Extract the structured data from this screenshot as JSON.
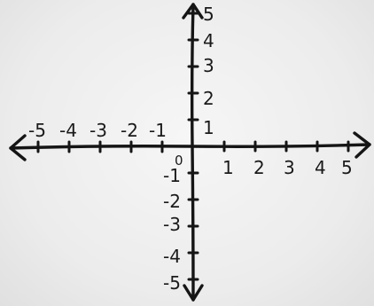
{
  "diagram": {
    "origin_label": "0",
    "x_axis": {
      "negative_labels": [
        "-5",
        "-4",
        "-3",
        "-2",
        "-1"
      ],
      "positive_labels": [
        "1",
        "2",
        "3",
        "4",
        "5"
      ]
    },
    "y_axis": {
      "positive_labels": [
        "1",
        "2",
        "3",
        "4",
        "5"
      ],
      "negative_labels": [
        "-1",
        "-2",
        "-3",
        "-4",
        "-5"
      ]
    },
    "colors": {
      "ink": "#151515",
      "paper": "#efefef"
    }
  }
}
